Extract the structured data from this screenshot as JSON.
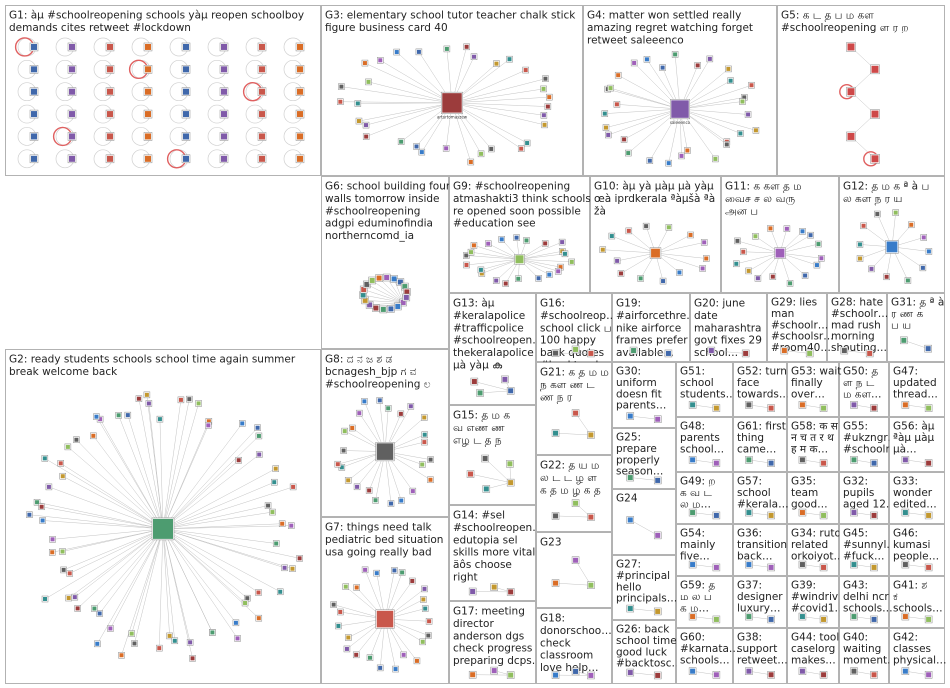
{
  "groups": [
    {
      "id": "G1",
      "label_lines": [
        "G1: àµ #schoolreopening schools yàµ reopen schoolboy",
        "demands cites retweet #lockdown"
      ],
      "layout": "grid",
      "nodes": 48
    },
    {
      "id": "G2",
      "label_lines": [
        "G2: ready students schools school time again summer",
        "break welcome back"
      ],
      "layout": "star",
      "nodes": 70
    },
    {
      "id": "G3",
      "label_lines": [
        "G3: elementary school tutor teacher chalk stick",
        "figure business card 40"
      ],
      "layout": "star",
      "nodes": 32,
      "hub_label": "arturtomaszew"
    },
    {
      "id": "G4",
      "label_lines": [
        "G4: matter won settled really",
        "amazing regret watching forget",
        "retweet saleeenco"
      ],
      "layout": "star",
      "nodes": 30,
      "hub_label": "saleeenco"
    },
    {
      "id": "G5",
      "label_lines": [
        "G5: க ட த ப ம கள",
        "#schoolreopening ள ர ற"
      ],
      "layout": "chain",
      "nodes": 6
    },
    {
      "id": "G6",
      "label_lines": [
        "G6: school building four",
        "walls tomorrow inside",
        "#schoolreopening",
        "adgpi eduminofindia",
        "northerncomd_ia"
      ],
      "layout": "cluster",
      "nodes": 18
    },
    {
      "id": "G7",
      "label_lines": [
        "G7: things need talk",
        "pediatric bed situation",
        "usa going really bad"
      ],
      "layout": "star",
      "nodes": 24
    },
    {
      "id": "G8",
      "label_lines": [
        "G8: ದ ನ ಜ ಶ ಡ",
        "bcnagesh_bjp ಗ ವ",
        "#schoolreopening ಲ"
      ],
      "layout": "star",
      "nodes": 24
    },
    {
      "id": "G9",
      "label_lines": [
        "G9: #schoolreopening",
        "atmashakti3 think schools",
        "re opened soon possible",
        "#education see"
      ],
      "layout": "star",
      "nodes": 22
    },
    {
      "id": "G10",
      "label_lines": [
        "G10: àµ yà µàµ µà yàµ",
        "œà iprdkerala ªàµšà ªà",
        "žà"
      ],
      "layout": "star",
      "nodes": 14
    },
    {
      "id": "G11",
      "label_lines": [
        "G11: க கள த ம",
        "வைச ச ல வரு",
        "அன ப"
      ],
      "layout": "star",
      "nodes": 16
    },
    {
      "id": "G12",
      "label_lines": [
        "G12: த ம க ª à ப",
        "ல கள ந ர ய"
      ],
      "layout": "star",
      "nodes": 12
    },
    {
      "id": "G13",
      "label_lines": [
        "G13: àµ",
        "#keralapolice",
        "#trafficpolice",
        "#schoolreopen…",
        "thekeralapolice",
        "µà yàµ ക"
      ],
      "layout": "cluster",
      "nodes": 4
    },
    {
      "id": "G14",
      "label_lines": [
        "G14: #sel",
        "#schoolreopen…",
        "edutopia sel",
        "skills more vital",
        "äôs choose",
        "right"
      ],
      "layout": "cluster",
      "nodes": 3
    },
    {
      "id": "G15",
      "label_lines": [
        "G15: த ம க",
        "வ எண ண",
        "எழ ட த ந"
      ],
      "layout": "cluster",
      "nodes": 5
    },
    {
      "id": "G16",
      "label_lines": [
        "G16:",
        "#schoolreop…",
        "school click ப",
        "100 happy",
        "back quotes",
        "#backtoscho…"
      ],
      "layout": "cluster",
      "nodes": 3
    },
    {
      "id": "G17",
      "label_lines": [
        "G17: meeting",
        "director",
        "anderson dgs",
        "check progress",
        "preparing dcps…"
      ],
      "layout": "cluster",
      "nodes": 3
    },
    {
      "id": "G18",
      "label_lines": [
        "G18:",
        "donorschoo…",
        "check",
        "classroom",
        "love help…"
      ],
      "layout": "cluster",
      "nodes": 3
    },
    {
      "id": "G19",
      "label_lines": [
        "G19:",
        "#airforcethre…",
        "nike airforce",
        "frames prefer",
        "available…"
      ],
      "layout": "cluster",
      "nodes": 2
    },
    {
      "id": "G20",
      "label_lines": [
        "G20: june",
        "date",
        "maharashtra",
        "govt fixes 29",
        "school…"
      ],
      "layout": "cluster",
      "nodes": 2
    },
    {
      "id": "G21",
      "label_lines": [
        "G21: க த ம ம",
        "ந கள ண ட",
        "ண ந ர"
      ],
      "layout": "cluster",
      "nodes": 3
    },
    {
      "id": "G22",
      "label_lines": [
        "G22: த ய ம",
        "ல ட ட ழ ள",
        "க த ம ழ க த"
      ],
      "layout": "cluster",
      "nodes": 3
    },
    {
      "id": "G23",
      "label_lines": [
        "G23"
      ],
      "layout": "cluster",
      "nodes": 3
    },
    {
      "id": "G24",
      "label_lines": [
        "G24"
      ],
      "layout": "cluster",
      "nodes": 2
    },
    {
      "id": "G25",
      "label_lines": [
        "G25:",
        "prepare",
        "properly",
        "season…"
      ],
      "layout": "cluster",
      "nodes": 2
    },
    {
      "id": "G26",
      "label_lines": [
        "G26: back",
        "school time",
        "good luck",
        "#backtosc…"
      ],
      "layout": "cluster",
      "nodes": 2
    },
    {
      "id": "G27",
      "label_lines": [
        "G27:",
        "#principal",
        "hello",
        "principals…"
      ],
      "layout": "cluster",
      "nodes": 2
    },
    {
      "id": "G28",
      "label_lines": [
        "G28: hate",
        "#schoolr…",
        "mad rush",
        "morning",
        "shouting…"
      ],
      "layout": "cluster",
      "nodes": 2
    },
    {
      "id": "G29",
      "label_lines": [
        "G29: lies",
        "man",
        "#schoolr…",
        "#schoolsr…",
        "#room40…"
      ],
      "layout": "cluster",
      "nodes": 2
    },
    {
      "id": "G30",
      "label_lines": [
        "G30:",
        "uniform",
        "doesn fit",
        "parents…"
      ],
      "layout": "cluster",
      "nodes": 2
    },
    {
      "id": "G31",
      "label_lines": [
        "G31: த ª à",
        "ர ண க",
        "ப ய"
      ],
      "layout": "cluster",
      "nodes": 2
    },
    {
      "id": "G32",
      "label_lines": [
        "G32:",
        "pupils",
        "aged 12…"
      ],
      "layout": "cluster",
      "nodes": 2
    },
    {
      "id": "G33",
      "label_lines": [
        "G33:",
        "wonder",
        "edited…"
      ],
      "layout": "cluster",
      "nodes": 2
    },
    {
      "id": "G34",
      "label_lines": [
        "G34: ruto",
        "related",
        "orkoiyot…"
      ],
      "layout": "cluster",
      "nodes": 2
    },
    {
      "id": "G35",
      "label_lines": [
        "G35:",
        "team",
        "good…"
      ],
      "layout": "cluster",
      "nodes": 2
    },
    {
      "id": "G36",
      "label_lines": [
        "G36:",
        "transition",
        "back…"
      ],
      "layout": "cluster",
      "nodes": 2
    },
    {
      "id": "G37",
      "label_lines": [
        "G37:",
        "designer",
        "luxury…"
      ],
      "layout": "cluster",
      "nodes": 2
    },
    {
      "id": "G38",
      "label_lines": [
        "G38:",
        "support",
        "retweet…"
      ],
      "layout": "cluster",
      "nodes": 2
    },
    {
      "id": "G39",
      "label_lines": [
        "G39:",
        "#windriv…",
        "#covid1…"
      ],
      "layout": "cluster",
      "nodes": 2
    },
    {
      "id": "G40",
      "label_lines": [
        "G40:",
        "waiting",
        "moment…"
      ],
      "layout": "cluster",
      "nodes": 2
    },
    {
      "id": "G41",
      "label_lines": [
        "G41: ಶ",
        "ಕ",
        "schools…"
      ],
      "layout": "cluster",
      "nodes": 2
    },
    {
      "id": "G42",
      "label_lines": [
        "G42:",
        "classes",
        "physical…"
      ],
      "layout": "cluster",
      "nodes": 2
    },
    {
      "id": "G43",
      "label_lines": [
        "G43:",
        "delhi ncr",
        "schools…"
      ],
      "layout": "cluster",
      "nodes": 2
    },
    {
      "id": "G44",
      "label_lines": [
        "G44: tool",
        "caselorg",
        "makes…"
      ],
      "layout": "cluster",
      "nodes": 2
    },
    {
      "id": "G45",
      "label_lines": [
        "G45:",
        "#sunnyl…",
        "#fuck…"
      ],
      "layout": "cluster",
      "nodes": 2
    },
    {
      "id": "G46",
      "label_lines": [
        "G46:",
        "kumasi",
        "people…"
      ],
      "layout": "cluster",
      "nodes": 2
    },
    {
      "id": "G47",
      "label_lines": [
        "G47:",
        "updated",
        "thread…"
      ],
      "layout": "cluster",
      "nodes": 2
    },
    {
      "id": "G48",
      "label_lines": [
        "G48:",
        "parents",
        "school…"
      ],
      "layout": "cluster",
      "nodes": 2
    },
    {
      "id": "G49",
      "label_lines": [
        "G49: ற",
        "க வ ட",
        "ல ம…"
      ],
      "layout": "cluster",
      "nodes": 2
    },
    {
      "id": "G50",
      "label_lines": [
        "G50: த",
        "ள ந ட",
        "ம கள…"
      ],
      "layout": "cluster",
      "nodes": 2
    },
    {
      "id": "G51",
      "label_lines": [
        "G51:",
        "school",
        "students…"
      ],
      "layout": "cluster",
      "nodes": 2
    },
    {
      "id": "G52",
      "label_lines": [
        "G52: turn",
        "face",
        "towards…"
      ],
      "layout": "cluster",
      "nodes": 2
    },
    {
      "id": "G53",
      "label_lines": [
        "G53: wait",
        "finally",
        "over…"
      ],
      "layout": "cluster",
      "nodes": 2
    },
    {
      "id": "G54",
      "label_lines": [
        "G54:",
        "mainly",
        "five…"
      ],
      "layout": "cluster",
      "nodes": 2
    },
    {
      "id": "G55",
      "label_lines": [
        "G55:",
        "#ukzngr…",
        "#schoolr…"
      ],
      "layout": "cluster",
      "nodes": 2
    },
    {
      "id": "G56",
      "label_lines": [
        "G56: àµ",
        "ªàµ µàµ",
        "µà…"
      ],
      "layout": "cluster",
      "nodes": 2
    },
    {
      "id": "G57",
      "label_lines": [
        "G57:",
        "school",
        "#kerala…"
      ],
      "layout": "cluster",
      "nodes": 2
    },
    {
      "id": "G58",
      "label_lines": [
        "G58: क स",
        "न च त र थ",
        "ह म क…"
      ],
      "layout": "cluster",
      "nodes": 2
    },
    {
      "id": "G59",
      "label_lines": [
        "G59: த",
        "ம ல ப",
        "க ம…"
      ],
      "layout": "cluster",
      "nodes": 2
    },
    {
      "id": "G60",
      "label_lines": [
        "G60:",
        "#karnata…",
        "schools…"
      ],
      "layout": "cluster",
      "nodes": 2
    },
    {
      "id": "G61",
      "label_lines": [
        "G61: first",
        "thing",
        "came…"
      ],
      "layout": "cluster",
      "nodes": 2
    }
  ],
  "palette": [
    "#1f4e9c",
    "#2e8b57",
    "#8b1a1a",
    "#6a3d9a",
    "#b8860b",
    "#0f7b7b",
    "#c0392b",
    "#444444",
    "#7cb342",
    "#d35400",
    "#8e44ad",
    "#1565c0"
  ],
  "colors": {
    "panel_border": "#a0a0a0",
    "edge": "#b4b4b4",
    "loop": "#e06060",
    "background": "#ffffff"
  }
}
